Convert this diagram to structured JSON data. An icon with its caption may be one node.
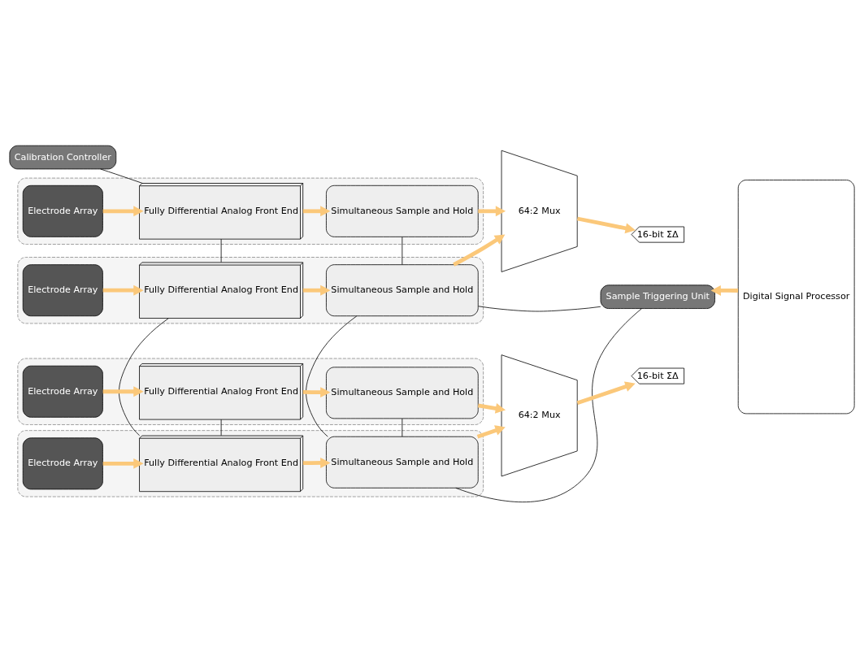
{
  "diagram": {
    "nodes": [
      {
        "text": [
          "Calibration Controller"
        ]
      },
      {
        "text": [],
        "shape": "box"
      },
      {
        "text": [
          "Electrode Array"
        ],
        "in": 1
      },
      {
        "text": [
          "Fully Differential Analog Front End"
        ],
        "in": 1
      },
      {
        "text": [
          "Simultaneous Sample and Hold"
        ],
        "in": 1
      },
      {
        "text": [
          "64:2 Mux"
        ]
      },
      {
        "text": [
          "16-bit ΣΔ"
        ]
      },
      {
        "text": [],
        "shape": "box"
      },
      {
        "text": [
          "Electrode Array"
        ],
        "in": 7
      },
      {
        "text": [
          "Fully Differential Analog Front End"
        ],
        "in": 7
      },
      {
        "text": [
          "Simultaneous Sample and Hold"
        ],
        "in": 7
      },
      {
        "text": [
          "Sample Triggering Unit"
        ]
      },
      {
        "text": [
          "Digital Signal Processor"
        ]
      },
      {
        "text": [],
        "shape": "box"
      },
      {
        "text": [
          "Electrode Array"
        ],
        "in": 13
      },
      {
        "text": [
          "Fully Differential Analog Front End"
        ],
        "in": 13
      },
      {
        "text": [
          "Simultaneous Sample and Hold"
        ],
        "in": 13
      },
      {
        "text": [
          "64:2 Mux"
        ]
      },
      {
        "text": [
          "16-bit ΣΔ"
        ]
      },
      {
        "text": [],
        "shape": "box"
      },
      {
        "text": [
          "Electrode Array"
        ],
        "in": 19
      },
      {
        "text": [
          "Fully Differential Analog Front End"
        ],
        "in": 19
      },
      {
        "text": [
          "Simultaneous Sample and Hold"
        ],
        "in": 19
      }
    ],
    "edges": [
      {
        "from": 2,
        "to": 3,
        "arrow": "to"
      },
      {
        "from": 3,
        "to": 4,
        "arrow": "to"
      },
      {
        "from": 4,
        "to": 5,
        "arrow": "to"
      },
      {
        "from": 8,
        "to": 9,
        "arrow": "to"
      },
      {
        "from": 9,
        "to": 10,
        "arrow": "to"
      },
      {
        "from": 10,
        "to": 5,
        "arrow": "to"
      },
      {
        "from": 14,
        "to": 15,
        "arrow": "to"
      },
      {
        "from": 15,
        "to": 16,
        "arrow": "to"
      },
      {
        "from": 16,
        "to": 17,
        "arrow": "to"
      },
      {
        "from": 20,
        "to": 21,
        "arrow": "to"
      },
      {
        "from": 21,
        "to": 22,
        "arrow": "to"
      },
      {
        "from": 22,
        "to": 17,
        "arrow": "to"
      },
      {
        "from": 5,
        "to": 6,
        "arrow": "to"
      },
      {
        "from": 17,
        "to": 18,
        "arrow": "to"
      },
      {
        "from": 12,
        "to": 11,
        "arrow": "to"
      },
      {
        "from": 0,
        "to": 3,
        "arrow": "none",
        "color": "#000000"
      },
      {
        "from": 3,
        "to": 9,
        "arrow": "none",
        "color": "#000000"
      },
      {
        "from": 9,
        "to": 15,
        "arrow": "none",
        "color": "#000000"
      },
      {
        "from": 15,
        "to": 21,
        "arrow": "none",
        "color": "#000000"
      },
      {
        "from": 4,
        "to": 10,
        "arrow": "none",
        "color": "#000000"
      },
      {
        "from": 10,
        "to": 16,
        "arrow": "none",
        "color": "#000000"
      },
      {
        "from": 16,
        "to": 22,
        "arrow": "none",
        "color": "#000000"
      },
      {
        "from": 11,
        "to": 10,
        "arrow": "none",
        "color": "#000000"
      },
      {
        "from": 11,
        "to": 16,
        "arrow": "none",
        "color": "#000000"
      }
    ]
  }
}
